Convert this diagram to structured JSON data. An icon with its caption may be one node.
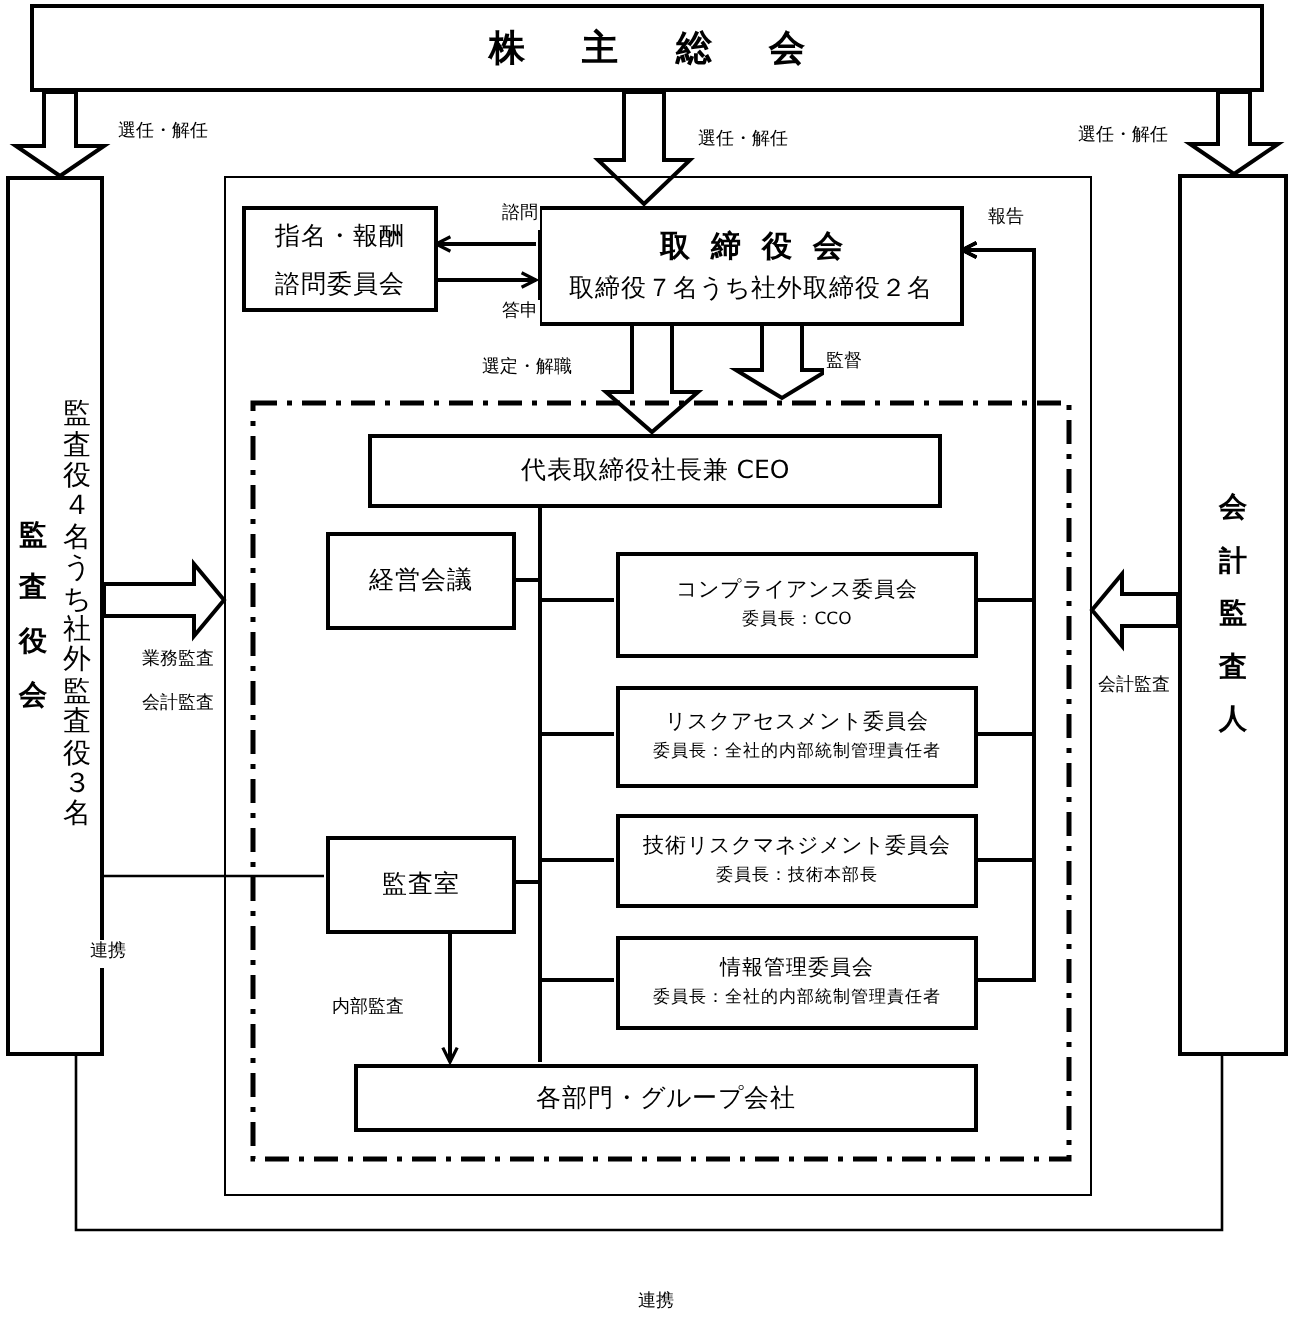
{
  "diagram": {
    "nodes": [
      {
        "text": [
          "株主総会"
        ]
      },
      {
        "text": [
          "監査役会",
          "監査役４名うち社外監査役３名"
        ]
      },
      {
        "text": [
          "会計監査人"
        ]
      },
      {
        "text": [],
        "shape": "box"
      },
      {
        "text": [],
        "shape": "box",
        "in": 3
      },
      {
        "text": [
          "指名・報酬諮問委員会"
        ],
        "in": 3
      },
      {
        "text": [
          "取締役会",
          "取締役７名うち社外取締役２名"
        ],
        "in": 3
      },
      {
        "text": [
          "代表取締役社長兼 CEO"
        ],
        "in": 4
      },
      {
        "text": [
          "経営会議"
        ],
        "in": 4
      },
      {
        "text": [
          "コンプライアンス委員会",
          "委員長：CCO"
        ],
        "in": 4
      },
      {
        "text": [
          "リスクアセスメント委員会",
          "委員長：全社的内部統制管理責任者"
        ],
        "in": 4
      },
      {
        "text": [
          "技術リスクマネジメント委員会",
          "委員長：技術本部長"
        ],
        "in": 4
      },
      {
        "text": [
          "情報管理委員会",
          "委員長：全社的内部統制管理責任者"
        ],
        "in": 4
      },
      {
        "text": [
          "監査室"
        ],
        "in": 4
      },
      {
        "text": [
          "各部門・グループ会社"
        ],
        "in": 4
      }
    ],
    "edges": [
      {
        "from": 0,
        "to": 1,
        "arrow": "to",
        "style": "thick",
        "label": "選任・解任"
      },
      {
        "from": 0,
        "to": 6,
        "arrow": "to",
        "style": "thick",
        "label": "選任・解任"
      },
      {
        "from": 0,
        "to": 2,
        "arrow": "to",
        "style": "thick",
        "label": "選任・解任"
      },
      {
        "from": 6,
        "to": 5,
        "arrow": "to",
        "label": "諮問"
      },
      {
        "from": 5,
        "to": 6,
        "arrow": "to",
        "label": "答申"
      },
      {
        "from": 6,
        "to": 7,
        "arrow": "to",
        "style": "thick",
        "label": "選定・解職"
      },
      {
        "from": 6,
        "to": 4,
        "arrow": "to",
        "style": "thick",
        "label": "監督"
      },
      {
        "from": 1,
        "to": 3,
        "arrow": "to",
        "style": "thick",
        "label": "業務監査会計監査"
      },
      {
        "from": 2,
        "to": 3,
        "arrow": "to",
        "style": "thick",
        "label": "会計監査"
      },
      {
        "from": 9,
        "to": 6,
        "arrow": "to",
        "label": "報告"
      },
      {
        "from": 10,
        "to": 6,
        "arrow": "to"
      },
      {
        "from": 11,
        "to": 6,
        "arrow": "to"
      },
      {
        "from": 12,
        "to": 6,
        "arrow": "to"
      },
      {
        "from": 7,
        "to": 8,
        "arrow": "none"
      },
      {
        "from": 7,
        "to": 9,
        "arrow": "none"
      },
      {
        "from": 7,
        "to": 10,
        "arrow": "none"
      },
      {
        "from": 7,
        "to": 11,
        "arrow": "none"
      },
      {
        "from": 7,
        "to": 12,
        "arrow": "none"
      },
      {
        "from": 7,
        "to": 13,
        "arrow": "none"
      },
      {
        "from": 7,
        "to": 14,
        "arrow": "none"
      },
      {
        "from": 13,
        "to": 14,
        "arrow": "to",
        "label": "内部監査"
      },
      {
        "from": 1,
        "to": 13,
        "arrow": "none",
        "label": "連携"
      },
      {
        "from": 1,
        "to": 2,
        "arrow": "none",
        "label": "連携"
      }
    ]
  }
}
